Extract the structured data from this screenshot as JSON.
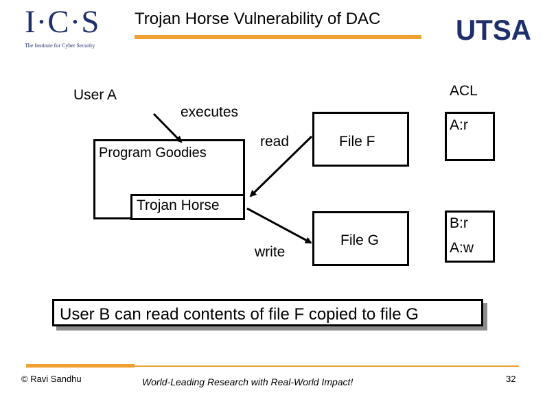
{
  "header": {
    "title": "Trojan Horse Vulnerability of DAC",
    "ics_logo_text": "I·C·S",
    "ics_logo_subtitle": "The Institute for Cyber Security",
    "utsa_logo_text": "UTSA"
  },
  "diagram": {
    "user_a": "User A",
    "acl": "ACL",
    "executes": "executes",
    "program_goodies": "Program Goodies",
    "trojan_horse": "Trojan Horse",
    "read": "read",
    "write": "write",
    "file_f": "File F",
    "file_g": "File G",
    "acl_f": [
      "A:r"
    ],
    "acl_g": [
      "B:r",
      "A:w"
    ]
  },
  "caption": "User B can read contents of file F copied to file G",
  "footer": {
    "author": "© Ravi  Sandhu",
    "tagline": "World-Leading Research with Real-World Impact!",
    "page_number": "32"
  },
  "colors": {
    "accent_orange": "#f0a030",
    "ics_blue": "#1f2f6b",
    "utsa_blue": "#1f2f6b"
  }
}
